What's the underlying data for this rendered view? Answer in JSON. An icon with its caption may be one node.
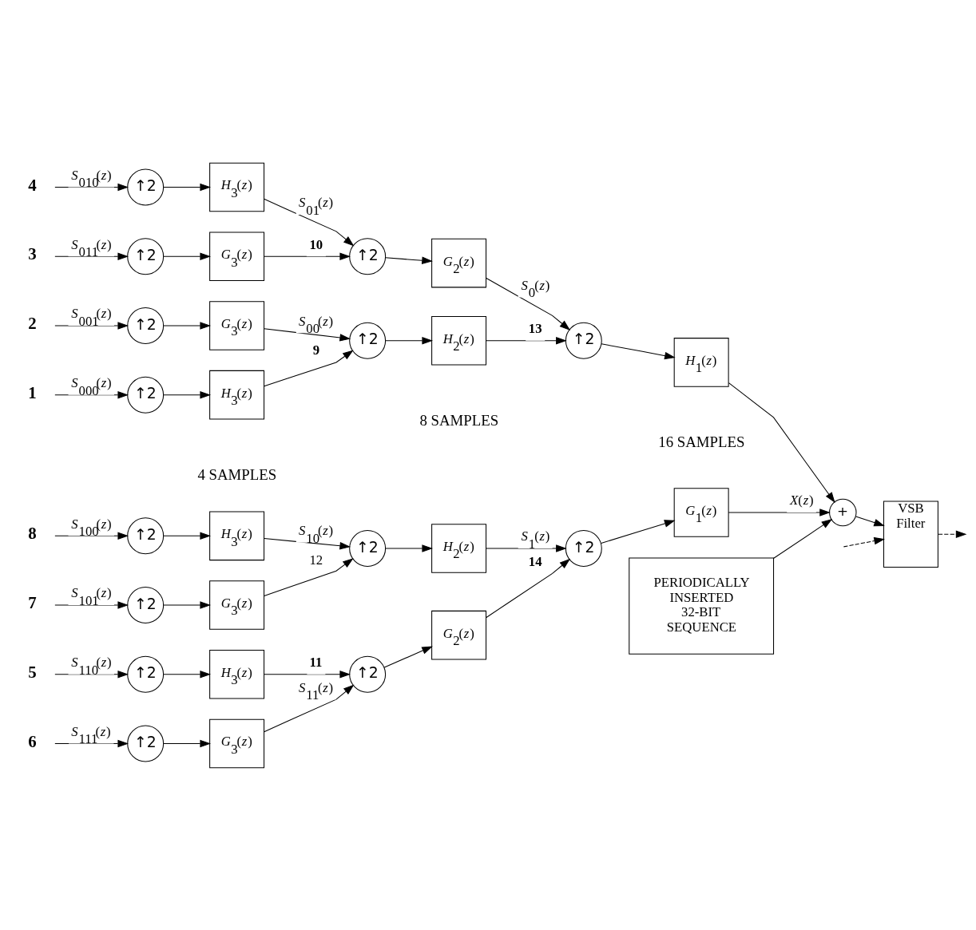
{
  "diagram": {
    "nodes": [
      {
        "text": [
          "8"
        ]
      },
      {
        "text": [
          "7"
        ]
      },
      {
        "text": [
          "6"
        ]
      },
      {
        "text": [
          "5"
        ]
      },
      {
        "text": [
          "4"
        ]
      },
      {
        "text": [
          "3"
        ]
      },
      {
        "text": [
          "2"
        ]
      },
      {
        "text": [
          "1"
        ]
      },
      {
        "text": [
          "↑2"
        ]
      },
      {
        "text": [
          "↑2"
        ]
      },
      {
        "text": [
          "↑2"
        ]
      },
      {
        "text": [
          "↑2"
        ]
      },
      {
        "text": [
          "↑2"
        ]
      },
      {
        "text": [
          "↑2"
        ]
      },
      {
        "text": [
          "↑2"
        ]
      },
      {
        "text": [
          "↑2"
        ]
      },
      {
        "text": [
          "*H*$_{3}$(*z*)"
        ]
      },
      {
        "text": [
          "*G*$_{3}$(*z*)"
        ]
      },
      {
        "text": [
          "*G*$_{3}$(*z*)"
        ]
      },
      {
        "text": [
          "*H*$_{3}$(*z*)"
        ]
      },
      {
        "text": [
          "*H*$_{3}$(*z*)"
        ]
      },
      {
        "text": [
          "*G*$_{3}$(*z*)"
        ]
      },
      {
        "text": [
          "*G*$_{3}$(*z*)"
        ]
      },
      {
        "text": [
          "*H*$_{3}$(*z*)"
        ]
      },
      {
        "text": [
          "↑2"
        ]
      },
      {
        "text": [
          "↑2"
        ]
      },
      {
        "text": [
          "↑2"
        ]
      },
      {
        "text": [
          "↑2"
        ]
      },
      {
        "text": [
          "*H*$_{2}$(*z*)"
        ]
      },
      {
        "text": [
          "*G*$_{2}$(*z*)"
        ]
      },
      {
        "text": [
          "*G*$_{2}$(*z*)"
        ]
      },
      {
        "text": [
          "*H*$_{2}$(*z*)"
        ]
      },
      {
        "text": [
          "↑2"
        ]
      },
      {
        "text": [
          "↑2"
        ]
      },
      {
        "text": [
          "*G*$_{1}$(*z*)"
        ]
      },
      {
        "text": [
          "*H*$_{1}$(*z*)"
        ]
      },
      {
        "text": [
          "+"
        ]
      },
      {
        "text": [
          "VSB Filter"
        ]
      },
      {
        "text": [
          "PERIODICALLY INSERTED 32-BIT SEQUENCE"
        ]
      }
    ],
    "edges": [
      {
        "from": 0,
        "to": 8,
        "arrow": "to",
        "label": "*S*$_{100}$(*z*)"
      },
      {
        "from": 1,
        "to": 9,
        "arrow": "to",
        "label": "*S*$_{101}$(*z*)"
      },
      {
        "from": 2,
        "to": 10,
        "arrow": "to",
        "label": "*S*$_{111}$(*z*)"
      },
      {
        "from": 3,
        "to": 11,
        "arrow": "to",
        "label": "*S*$_{110}$(*z*)"
      },
      {
        "from": 4,
        "to": 12,
        "arrow": "to",
        "label": "*S*$_{010}$(*z*)"
      },
      {
        "from": 5,
        "to": 13,
        "arrow": "to",
        "label": "*S*$_{011}$(*z*)"
      },
      {
        "from": 6,
        "to": 14,
        "arrow": "to",
        "label": "*S*$_{001}$(*z*)"
      },
      {
        "from": 7,
        "to": 15,
        "arrow": "to",
        "label": "*S*$_{000}$(*z*)"
      },
      {
        "from": 8,
        "to": 16,
        "arrow": "to"
      },
      {
        "from": 9,
        "to": 17,
        "arrow": "to"
      },
      {
        "from": 10,
        "to": 18,
        "arrow": "to"
      },
      {
        "from": 11,
        "to": 19,
        "arrow": "to"
      },
      {
        "from": 12,
        "to": 20,
        "arrow": "to"
      },
      {
        "from": 13,
        "to": 21,
        "arrow": "to"
      },
      {
        "from": 14,
        "to": 22,
        "arrow": "to"
      },
      {
        "from": 15,
        "to": 23,
        "arrow": "to"
      },
      {
        "from": 16,
        "to": 24,
        "arrow": "to",
        "label": "*S*$_{10}$(*z*)"
      },
      {
        "from": 17,
        "to": 24,
        "arrow": "to",
        "label": "12"
      },
      {
        "from": 18,
        "to": 25,
        "arrow": "to",
        "label": "*S*$_{11}$(*z*)"
      },
      {
        "from": 19,
        "to": 25,
        "arrow": "to",
        "label": "**11**"
      },
      {
        "from": 20,
        "to": 26,
        "arrow": "to",
        "label": "*S*$_{01}$(*z*)"
      },
      {
        "from": 21,
        "to": 26,
        "arrow": "to",
        "label": "**10**"
      },
      {
        "from": 22,
        "to": 27,
        "arrow": "to",
        "label": "*S*$_{00}$(*z*)"
      },
      {
        "from": 23,
        "to": 27,
        "arrow": "to",
        "label": "**9**"
      },
      {
        "from": 24,
        "to": 28,
        "arrow": "to"
      },
      {
        "from": 25,
        "to": 29,
        "arrow": "to"
      },
      {
        "from": 26,
        "to": 30,
        "arrow": "to"
      },
      {
        "from": 27,
        "to": 31,
        "arrow": "to"
      },
      {
        "from": 28,
        "to": 32,
        "arrow": "to",
        "label": "*S*$_{1}$(*z*)"
      },
      {
        "from": 29,
        "to": 32,
        "arrow": "to",
        "label": "**14**"
      },
      {
        "from": 30,
        "to": 33,
        "arrow": "to",
        "label": "*S*$_{0}$(*z*)"
      },
      {
        "from": 31,
        "to": 33,
        "arrow": "to",
        "label": "**13**"
      },
      {
        "from": 32,
        "to": 34,
        "arrow": "to"
      },
      {
        "from": 33,
        "to": 35,
        "arrow": "to"
      },
      {
        "from": 34,
        "to": 36,
        "arrow": "to",
        "label": "*X*(*z*)"
      },
      {
        "from": 35,
        "to": 36,
        "arrow": "to"
      },
      {
        "from": 38,
        "to": 36,
        "arrow": "to"
      },
      {
        "from": 36,
        "to": 37,
        "arrow": "to"
      },
      {
        "from": null,
        "to": 37,
        "arrow": "to",
        "style": "dashed"
      },
      {
        "from": 37,
        "to": null,
        "arrow": "to",
        "style": "dashed"
      }
    ],
    "labels": [
      "4 SAMPLES",
      "8 SAMPLES",
      "16 SAMPLES"
    ]
  }
}
